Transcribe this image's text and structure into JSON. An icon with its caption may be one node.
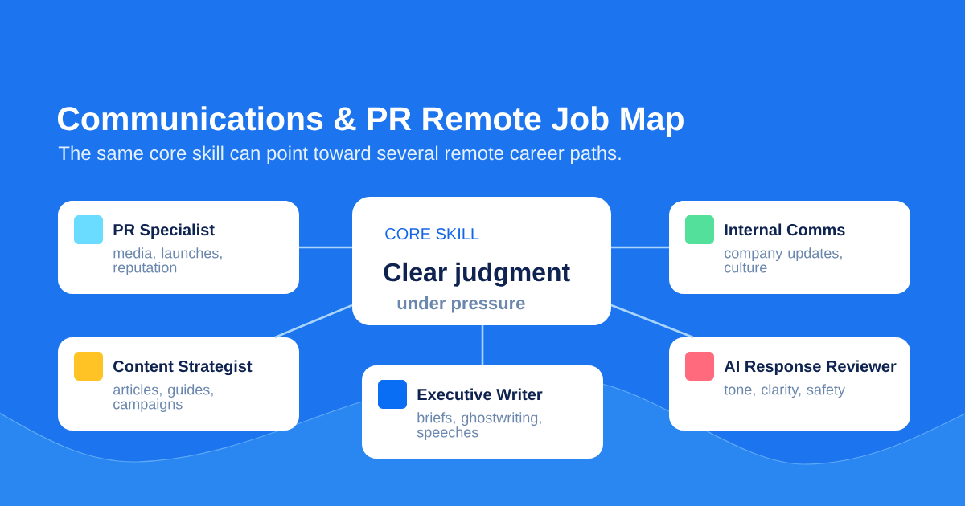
{
  "diagram": {
    "title": "Communications & PR Remote Job Map",
    "nodes": [
      {
        "text": [
          "PR Specialist",
          "media, launches, reputation"
        ]
      },
      {
        "text": [
          "CORE SKILL",
          "Clear judgment",
          "under pressure"
        ]
      },
      {
        "text": [
          "Internal Comms",
          "company updates, culture"
        ]
      },
      {
        "text": [
          "Content Strategist",
          "articles, guides, campaigns"
        ]
      },
      {
        "text": [
          "Executive Writer",
          "briefs, ghostwriting, speeches"
        ]
      },
      {
        "text": [
          "AI Response Reviewer",
          "tone, clarity, safety"
        ]
      }
    ],
    "edges": [
      {
        "from": 1,
        "to": 0,
        "arrow": "none"
      },
      {
        "from": 1,
        "to": 2,
        "arrow": "none"
      },
      {
        "from": 1,
        "to": 3,
        "arrow": "none"
      },
      {
        "from": 1,
        "to": 4,
        "arrow": "none"
      },
      {
        "from": 1,
        "to": 5,
        "arrow": "none"
      }
    ],
    "labels": [
      "The same core skill can point toward several remote career paths."
    ]
  }
}
